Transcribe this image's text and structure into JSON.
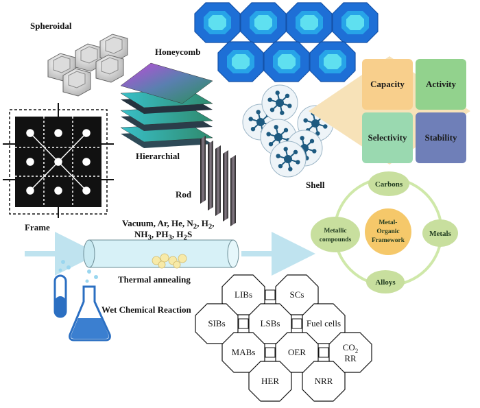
{
  "labels": {
    "spheroidal": "Spheroidal",
    "honeycomb": "Honeycomb",
    "hierarchial": "Hierarchial",
    "rod": "Rod",
    "shell": "Shell",
    "frame": "Frame",
    "thermal_annealing": "Thermal annealing",
    "wet_chemical_reaction": "Wet Chemical Reaction"
  },
  "gas_conditions": {
    "line1": [
      "Vacuum, Ar, He, N",
      "2",
      ", H",
      "2",
      ","
    ],
    "line2": [
      "NH",
      "3",
      ", PH",
      "3",
      ", H",
      "2",
      "S"
    ]
  },
  "properties": [
    "Capacity",
    "Activity",
    "Selectivity",
    "Stability"
  ],
  "property_colors": [
    "#f8cf8c",
    "#92d28d",
    "#9ad9b0",
    "#6f7fb8"
  ],
  "mof": {
    "center": [
      "Metal-",
      "Organic",
      "Framework"
    ],
    "nodes": [
      "Carbons",
      "Metals",
      "Alloys",
      "Metallic compounds"
    ]
  },
  "applications": [
    "LIBs",
    "SCs",
    "SIBs",
    "LSBs",
    "Fuel cells",
    "MABs",
    "OER",
    "CO2 RR",
    "HER",
    "NRR"
  ],
  "co2": {
    "main": "CO",
    "sub": "2",
    "line2": "RR"
  },
  "colors": {
    "honeycomb_outer": "#1e6fd6",
    "honeycomb_inner": "#5fe0f0",
    "shell_node": "#1d5a80",
    "arrow": "#bfe3ef",
    "tube": "#d7f1f7",
    "mof_ring": "#cfe8a9",
    "mof_node": "#c8df9e",
    "flask_blue": "#3b7fd0"
  }
}
